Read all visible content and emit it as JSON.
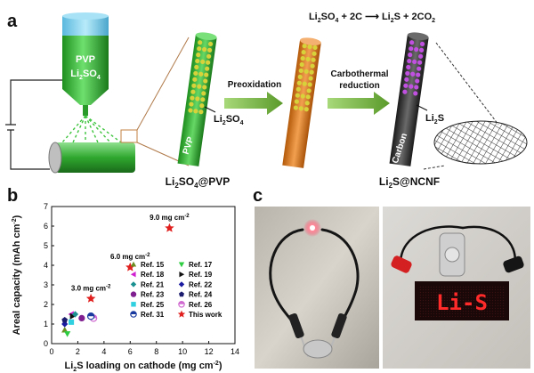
{
  "panels": {
    "a": "a",
    "b": "b",
    "c": "c"
  },
  "panel_a": {
    "spinneret_line1": "PVP",
    "spinneret_line2": "Li",
    "spinneret_line2_sub": "2",
    "spinneret_line2_end": "SO",
    "spinneret_line2_sub2": "4",
    "reaction": {
      "pre": "Li",
      "s1": "2",
      "mid1": "SO",
      "s2": "4",
      "mid2": " + 2C ",
      "arrow": "⟶",
      "mid3": " Li",
      "s3": "2",
      "mid4": "S + 2CO",
      "s4": "2"
    },
    "fiber1_core": "PVP",
    "fiber1_particles": "Li",
    "fiber1_particles_sub": "2",
    "fiber1_particles_end": "SO",
    "fiber1_particles_sub2": "4",
    "step1": "Preoxidation",
    "step2_line1": "Carbothermal",
    "step2_line2": "reduction",
    "fiber3_core": "Carbon",
    "fiber3_particles": "Li",
    "fiber3_particles_sub": "2",
    "fiber3_particles_end": "S",
    "product1_pre": "Li",
    "product1_sub": "2",
    "product1_mid": "SO",
    "product1_sub2": "4",
    "product1_end": "@PVP",
    "product2_pre": "Li",
    "product2_sub": "2",
    "product2_end": "S@NCNF",
    "colors": {
      "spinneret_blue": "#8fd3ee",
      "spinneret_green": "#3ec43e",
      "fiber_green": "#3fb83f",
      "fiber_orange": "#e0801e",
      "fiber_dark": "#3a3a3a",
      "particle_yellow": "#d8d23a",
      "particle_magenta": "#c050e0",
      "arrow_green": "#7bbd4c"
    }
  },
  "chart_data": {
    "type": "scatter",
    "xlabel_pre": "Li",
    "xlabel_sub": "2",
    "xlabel_end": "S loading on cathode (mg cm",
    "xlabel_sup": "-2",
    "xlabel_close": ")",
    "ylabel": "Areal capacity (mAh cm",
    "ylabel_sup": "-2",
    "ylabel_close": ")",
    "xlim": [
      0,
      14
    ],
    "ylim": [
      0,
      7
    ],
    "xticks": [
      0,
      2,
      4,
      6,
      8,
      10,
      12,
      14
    ],
    "yticks": [
      0,
      1,
      2,
      3,
      4,
      5,
      6,
      7
    ],
    "legend_placement": "right",
    "series": [
      {
        "name": "Ref. 15",
        "marker": "triangle-up",
        "color": "#6b8e23",
        "points": [
          [
            1.0,
            0.7
          ]
        ]
      },
      {
        "name": "Ref. 17",
        "marker": "triangle-down",
        "color": "#2ecc40",
        "points": [
          [
            1.2,
            0.5
          ]
        ]
      },
      {
        "name": "Ref. 18",
        "marker": "triangle-left",
        "color": "#d020d0",
        "points": [
          [
            1.5,
            1.5
          ]
        ]
      },
      {
        "name": "Ref. 19",
        "marker": "triangle-right",
        "color": "#111111",
        "points": [
          [
            1.6,
            1.4
          ]
        ]
      },
      {
        "name": "Ref. 21",
        "marker": "diamond",
        "color": "#1a9090",
        "points": [
          [
            1.8,
            1.5
          ]
        ]
      },
      {
        "name": "Ref. 22",
        "marker": "diamond",
        "color": "#1a1aa0",
        "points": [
          [
            1.0,
            1.0
          ]
        ]
      },
      {
        "name": "Ref. 23",
        "marker": "circle",
        "color": "#802090",
        "points": [
          [
            2.3,
            1.3
          ]
        ]
      },
      {
        "name": "Ref. 24",
        "marker": "pentagon",
        "color": "#1c1c6e",
        "points": [
          [
            1.0,
            1.2
          ]
        ]
      },
      {
        "name": "Ref. 25",
        "marker": "square",
        "color": "#30d0e0",
        "points": [
          [
            1.5,
            1.1
          ]
        ]
      },
      {
        "name": "Ref. 26",
        "marker": "half-circle",
        "color": "#d06ad0",
        "points": [
          [
            3.2,
            1.3
          ]
        ]
      },
      {
        "name": "Ref. 31",
        "marker": "half-circle",
        "color": "#1a3aa0",
        "points": [
          [
            3.0,
            1.4
          ]
        ]
      },
      {
        "name": "This work",
        "marker": "star",
        "color": "#e0201e",
        "points": [
          [
            3.0,
            2.3
          ],
          [
            6.0,
            3.9
          ],
          [
            9.0,
            5.9
          ]
        ]
      }
    ],
    "annotations": [
      {
        "text": "3.0 mg cm",
        "sup": "-2",
        "x": 3.0,
        "y": 2.3
      },
      {
        "text": "6.0 mg cm",
        "sup": "-2",
        "x": 6.0,
        "y": 3.9
      },
      {
        "text": "9.0 mg cm",
        "sup": "-2",
        "x": 9.0,
        "y": 5.9
      }
    ]
  },
  "panel_c": {
    "badge_text": "Li-S",
    "colors": {
      "led_red": "#ff2020",
      "board_bg": "#1a0808"
    }
  }
}
